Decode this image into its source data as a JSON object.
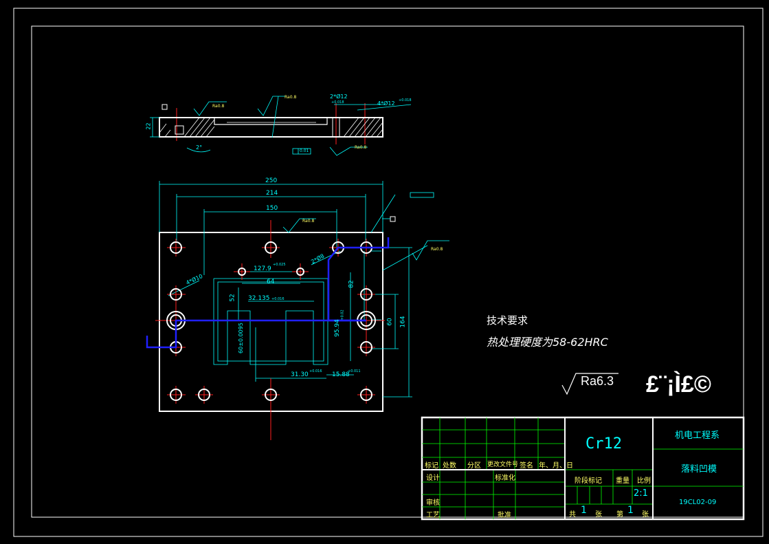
{
  "tech_requirements": {
    "title": "技术要求",
    "line1": "热处理硬度为58-62HRC"
  },
  "surface_roughness": {
    "label": "Ra6.3",
    "garbled_text": "£¨¡Ì£©",
    "note_ra": "Ra6.3",
    "ra_small": "Ra0.8"
  },
  "dimensions": {
    "overall_width": "250",
    "hole_pitch": "214",
    "inner_width": "150",
    "height": "164",
    "thickness": "22",
    "d127": "127.9",
    "d127_tol": "+0.025",
    "d64": "64",
    "d52": "52",
    "d82": "82",
    "d60": "60",
    "d32": "32.135",
    "d32_tol": "+0.016",
    "d95": "95.94",
    "d95_tol": "+0.02",
    "d60p": "60±0.0095",
    "d31": "31.30",
    "d31_tol": "+0.016",
    "d15": "15.88",
    "d15_tol": "+0.011",
    "holes_4": "4*Ø10",
    "holes_2": "2*Ø8",
    "top_2": "2*Ø12",
    "top_2_tol": "+0.018",
    "top_4": "4*Ø12",
    "top_4_tol": "+0.018",
    "angle": "2°",
    "flat": "0.01"
  },
  "title_block": {
    "material": "Cr12",
    "department": "机电工程系",
    "part_name": "落料凹模",
    "drawing_no": "19CL02-09",
    "scale": "2:1",
    "labels": {
      "mark": "标记",
      "count": "处数",
      "zone": "分区",
      "change_doc": "更改文件号",
      "sign": "签名",
      "date": "年、月、日",
      "design": "设计",
      "standardize": "标准化",
      "stage_mark": "阶段标记",
      "weight": "重量",
      "ratio": "比例",
      "review": "审核",
      "process": "工艺",
      "approve": "批准",
      "total": "共",
      "sheets": "张",
      "sheet_no": "第",
      "sheets2": "张"
    },
    "total_sheets": "1",
    "sheet_index": "1"
  },
  "colors": {
    "background": "#000000",
    "outline": "#ffffff",
    "dimension": "#00ffff",
    "centerline": "#ff2020",
    "symbol_blue": "#2020ff",
    "grid": "#00ff00",
    "note_yellow": "#ffff66"
  }
}
